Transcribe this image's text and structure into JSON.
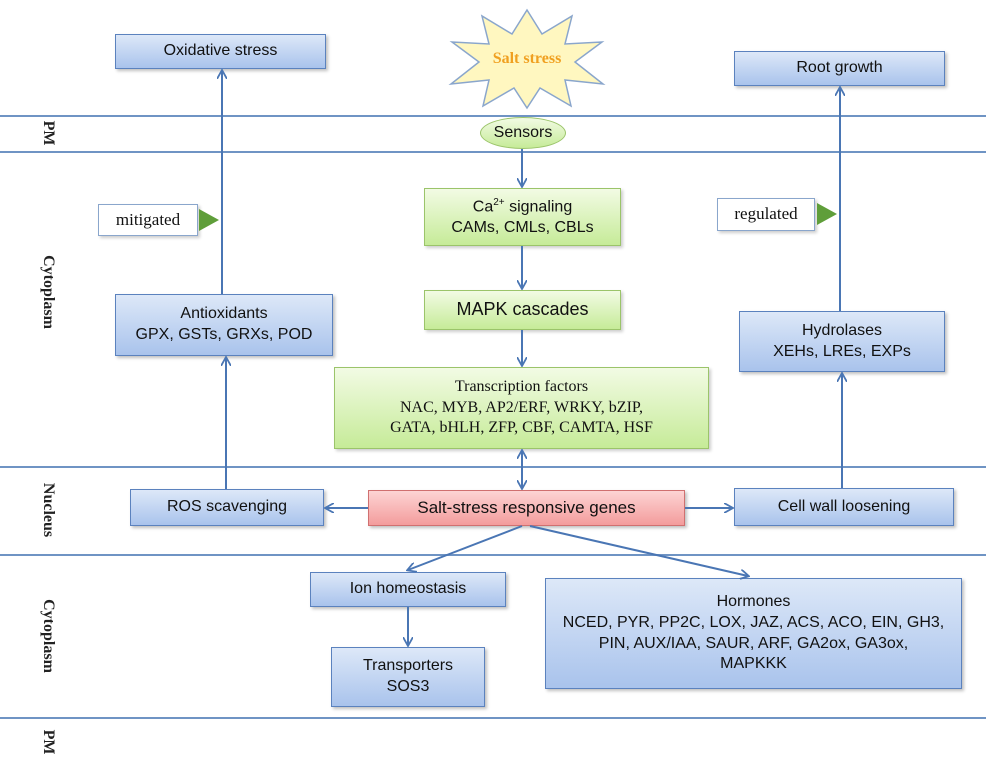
{
  "zones": {
    "pm_top": "PM",
    "cytoplasm_top": "Cytoplasm",
    "nucleus": "Nucleus",
    "cytoplasm_bottom": "Cytoplasm",
    "pm_bottom": "PM"
  },
  "salt_stress": "Salt stress",
  "sensors": "Sensors",
  "ca_signaling": {
    "prefix": "Ca",
    "superscript": "2+",
    "suffix": " signaling",
    "line2": "CAMs, CMLs, CBLs"
  },
  "mapk": "MAPK cascades",
  "tf": {
    "title": "Transcription factors",
    "line1": "NAC, MYB, AP2/ERF, WRKY, bZIP,",
    "line2": "GATA, bHLH, ZFP, CBF, CAMTA, HSF"
  },
  "oxidative_stress": "Oxidative stress",
  "mitigated": "mitigated",
  "antioxidants": {
    "title": "Antioxidants",
    "list": "GPX, GSTs, GRXs, POD"
  },
  "ros_scavenging": "ROS scavenging",
  "salt_genes": "Salt-stress responsive genes",
  "cell_wall": "Cell wall loosening",
  "root_growth": "Root growth",
  "regulated": "regulated",
  "hydrolases": {
    "title": "Hydrolases",
    "list": "XEHs, LREs, EXPs"
  },
  "ion_homeostasis": "Ion homeostasis",
  "transporters": {
    "title": "Transporters",
    "list": "SOS3"
  },
  "hormones": {
    "title": "Hormones",
    "line1": "NCED, PYR, PP2C, LOX, JAZ, ACS, ACO, EIN, GH3,",
    "line2": "PIN, AUX/IAA, SAUR, ARF, GA2ox, GA3ox,",
    "line3": "MAPKKK"
  },
  "colors": {
    "lines": "#6f94c4",
    "arrows": "#4a76b4",
    "salt_text": "#f0a020",
    "triangle": "#5f9e3a"
  }
}
